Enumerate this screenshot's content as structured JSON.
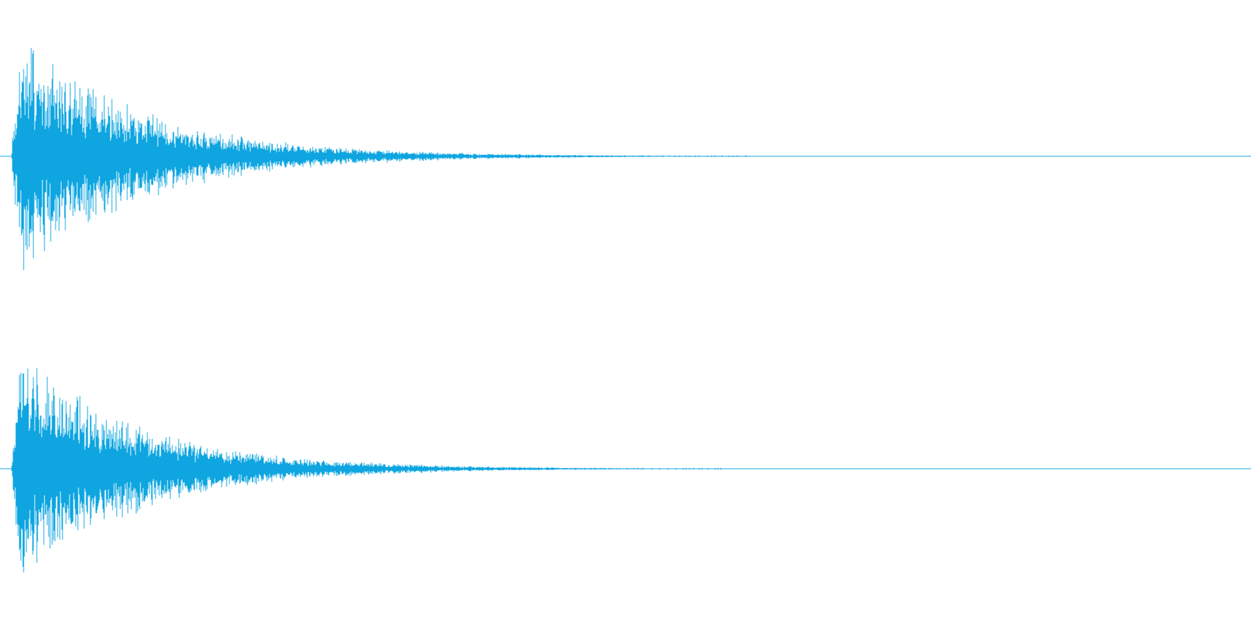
{
  "waveform": {
    "color": "#0ea5e0",
    "channels": [
      {
        "name": "",
        "peak_amplitude": 1.0,
        "decay_end_fraction": 0.53
      },
      {
        "name": "",
        "peak_amplitude": 1.0,
        "decay_end_fraction": 0.51
      }
    ]
  }
}
